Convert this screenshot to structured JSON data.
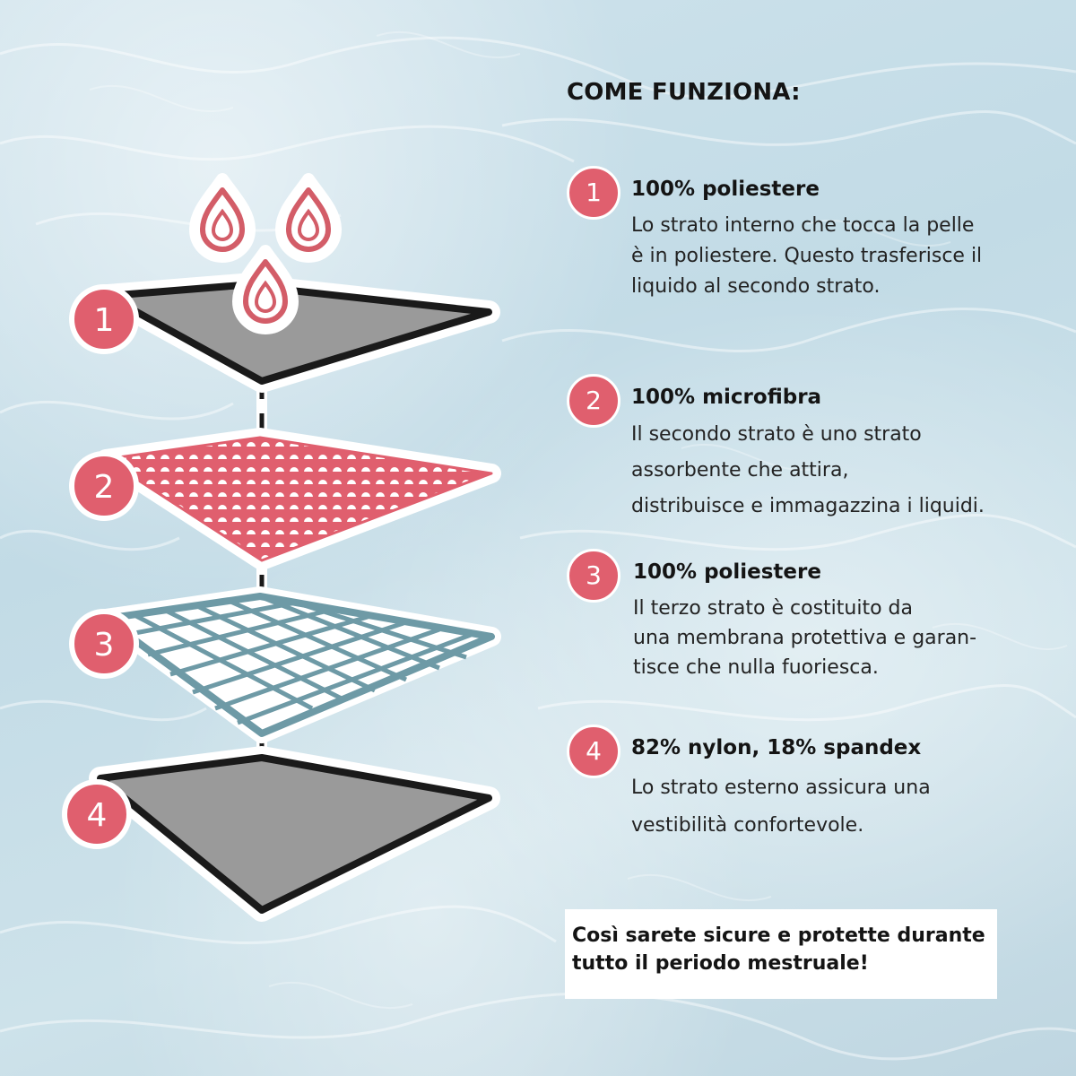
{
  "heading": "COME FUNZIONA:",
  "colors": {
    "accent_pink": "#e05f6e",
    "mesh_teal": "#6e9aa6",
    "layer_gray": "#9a9a9a",
    "outline_dark": "#1a1a1a",
    "water_blue": "#c6dde7"
  },
  "icons": [
    "water-drop-icon",
    "water-drop-icon",
    "water-drop-icon"
  ],
  "layers": [
    {
      "number": "1",
      "pattern": "solid-gray"
    },
    {
      "number": "2",
      "pattern": "pink-dots"
    },
    {
      "number": "3",
      "pattern": "teal-grid"
    },
    {
      "number": "4",
      "pattern": "solid-gray"
    }
  ],
  "items": [
    {
      "number": "1",
      "title": "100% poliestere",
      "lines": [
        "Lo strato interno che tocca la pelle",
        "è in poliestere. Questo trasferisce il",
        "liquido al secondo strato."
      ]
    },
    {
      "number": "2",
      "title": "100% microfibra",
      "lines": [
        "Il secondo strato è uno strato",
        "assorbente che attira,",
        "distribuisce e immagazzina i liquidi."
      ]
    },
    {
      "number": "3",
      "title": "100% poliestere",
      "lines": [
        "Il terzo strato è costituito da",
        "una membrana protettiva e garan-",
        "tisce che nulla fuoriesca."
      ]
    },
    {
      "number": "4",
      "title": "82% nylon, 18% spandex",
      "lines": [
        "Lo strato esterno assicura una",
        "vestibilità confortevole."
      ]
    }
  ],
  "note": {
    "line1": "Così sarete sicure e protette durante",
    "line2": "tutto il periodo mestruale!"
  }
}
